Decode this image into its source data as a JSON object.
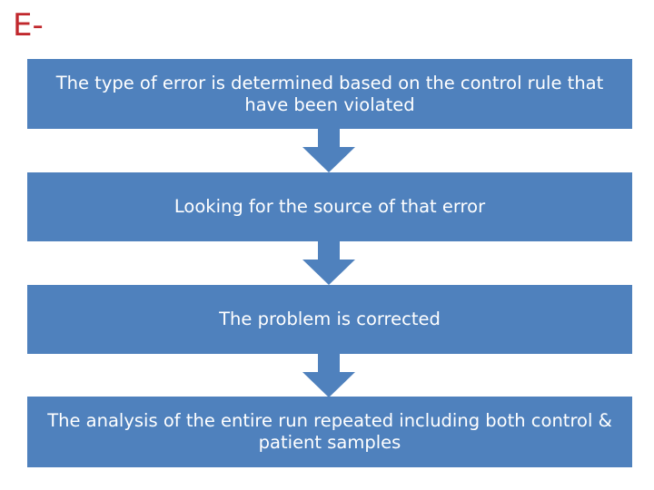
{
  "heading": "E-",
  "steps": [
    {
      "text": "The type of error is determined based on the control rule that have been violated"
    },
    {
      "text": "Looking for the source of that error"
    },
    {
      "text": "The problem is corrected"
    },
    {
      "text": "The analysis of the entire run repeated including both control & patient samples"
    }
  ],
  "colors": {
    "box_fill": "#4f81bd",
    "box_text": "#ffffff",
    "heading": "#c0282d"
  }
}
